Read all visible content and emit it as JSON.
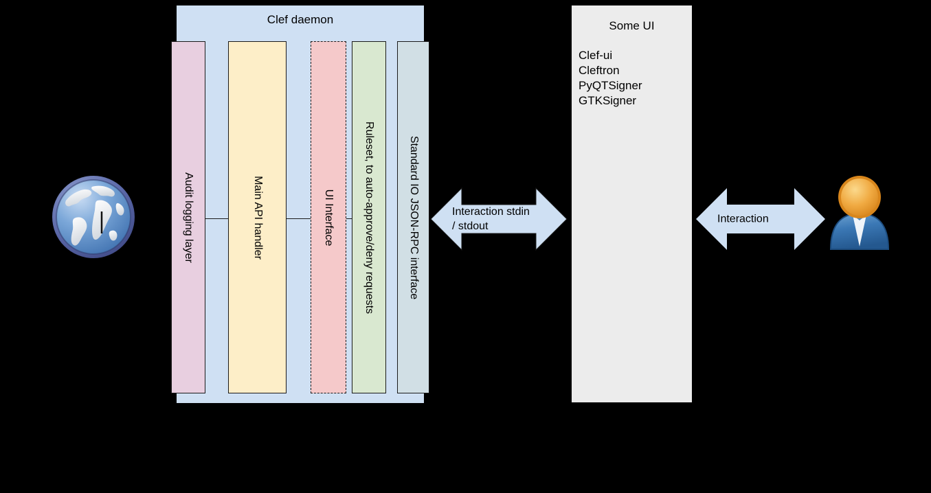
{
  "diagram": {
    "clef": {
      "title": "Clef daemon",
      "columns": [
        {
          "key": "audit",
          "label": "Audit logging layer",
          "color": "#e8cfe0",
          "border": "solid"
        },
        {
          "key": "api",
          "label": "Main API handler",
          "color": "#fdeec8",
          "border": "solid"
        },
        {
          "key": "ui",
          "label": "UI Interface",
          "color": "#f5c9ca",
          "border": "dashed"
        },
        {
          "key": "ruleset",
          "label": "Ruleset, to auto-approve/deny requests",
          "color": "#d9e8d0",
          "border": "solid"
        },
        {
          "key": "stdio",
          "label": "Standard IO JSON-RPC interface",
          "color": "#d1dfe5",
          "border": "solid"
        }
      ],
      "background": "#cfe0f3"
    },
    "some_ui": {
      "title": "Some UI",
      "items": [
        "Clef-ui",
        "Cleftron",
        "PyQTSigner",
        "GTKSigner"
      ],
      "background": "#ececec"
    },
    "arrows": [
      {
        "key": "stdio-arrow",
        "label": "Interaction stdin\n/ stdout",
        "fill": "#cfe0f3",
        "outlined": true
      },
      {
        "key": "user-arrow",
        "label": "Interaction",
        "fill": "#cfe0f3",
        "outlined": false
      }
    ],
    "icons": {
      "globe": "globe-icon",
      "user": "user-icon"
    },
    "canvas_background": "#000000"
  }
}
